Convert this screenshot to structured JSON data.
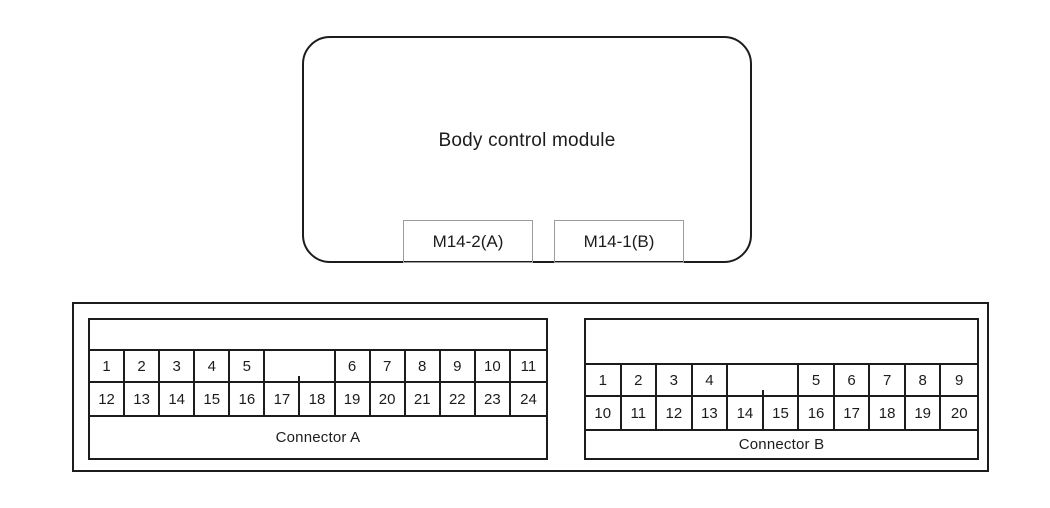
{
  "module": {
    "title": "Body control module",
    "connector_tags": [
      "M14-2(A)",
      "M14-1(B)"
    ]
  },
  "connector_panel": {
    "connectors": [
      {
        "name": "Connector A",
        "columns": 13,
        "top_row": [
          {
            "label": "1",
            "span": 1
          },
          {
            "label": "2",
            "span": 1
          },
          {
            "label": "3",
            "span": 1
          },
          {
            "label": "4",
            "span": 1
          },
          {
            "label": "5",
            "span": 1
          },
          {
            "label": "",
            "span": 2,
            "key": true
          },
          {
            "label": "6",
            "span": 1
          },
          {
            "label": "7",
            "span": 1
          },
          {
            "label": "8",
            "span": 1
          },
          {
            "label": "9",
            "span": 1
          },
          {
            "label": "10",
            "span": 1
          },
          {
            "label": "11",
            "span": 1
          }
        ],
        "bottom_row": [
          "12",
          "13",
          "14",
          "15",
          "16",
          "17",
          "18",
          "19",
          "20",
          "21",
          "22",
          "23",
          "24"
        ]
      },
      {
        "name": "Connector B",
        "columns": 11,
        "top_row": [
          {
            "label": "1",
            "span": 1
          },
          {
            "label": "2",
            "span": 1
          },
          {
            "label": "3",
            "span": 1
          },
          {
            "label": "4",
            "span": 1
          },
          {
            "label": "",
            "span": 2,
            "key": true
          },
          {
            "label": "5",
            "span": 1
          },
          {
            "label": "6",
            "span": 1
          },
          {
            "label": "7",
            "span": 1
          },
          {
            "label": "8",
            "span": 1
          },
          {
            "label": "9",
            "span": 1
          }
        ],
        "bottom_row": [
          "10",
          "11",
          "12",
          "13",
          "14",
          "15",
          "16",
          "17",
          "18",
          "19",
          "20"
        ]
      }
    ]
  },
  "colors": {
    "line": "#1c1c1c",
    "tag_border": "#9c9c9c",
    "background": "#ffffff"
  }
}
